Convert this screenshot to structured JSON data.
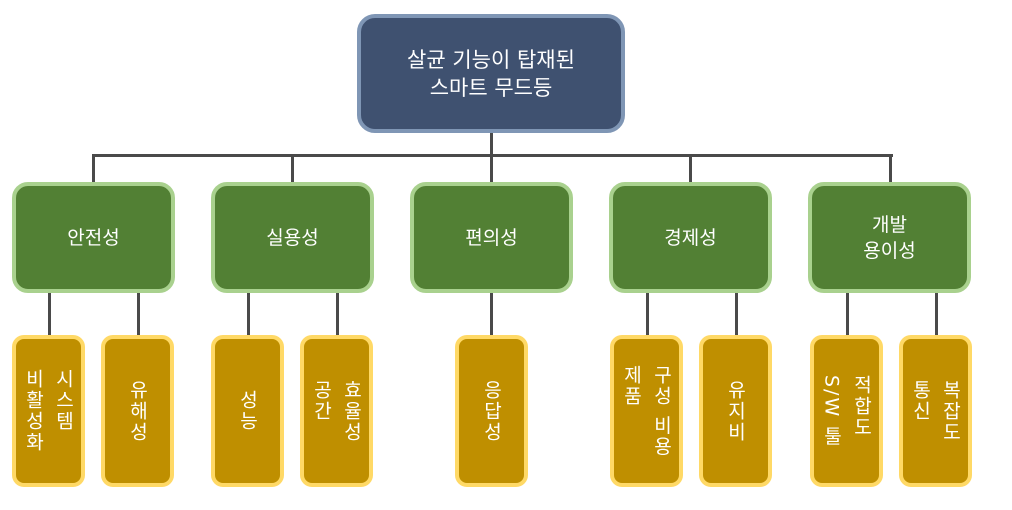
{
  "root": {
    "lines": [
      "살균 기능이 탑재된",
      "스마트 무드등"
    ],
    "colors": {
      "fill": "#3f5170",
      "border": "#7f96b5"
    }
  },
  "categories": [
    {
      "lines": [
        "안전성"
      ],
      "children": [
        {
          "lines": [
            "시스템",
            "비활성화"
          ]
        },
        {
          "lines": [
            "유해성"
          ]
        }
      ]
    },
    {
      "lines": [
        "실용성"
      ],
      "children": [
        {
          "lines": [
            "성능"
          ]
        },
        {
          "lines": [
            "효율성",
            "공간"
          ]
        }
      ]
    },
    {
      "lines": [
        "편의성"
      ],
      "children": [
        {
          "lines": [
            "응답성"
          ]
        }
      ]
    },
    {
      "lines": [
        "경제성"
      ],
      "children": [
        {
          "lines": [
            "구성 비용",
            "제품"
          ]
        },
        {
          "lines": [
            "유지비"
          ]
        }
      ]
    },
    {
      "lines": [
        "개발",
        "용이성"
      ],
      "children": [
        {
          "lines": [
            "적합도",
            "S/W 툴"
          ]
        },
        {
          "lines": [
            "복잡도",
            "통신"
          ]
        }
      ]
    }
  ],
  "colors": {
    "category_fill": "#528034",
    "category_border": "#a9d18e",
    "leaf_fill": "#bf8f00",
    "leaf_border": "#ffd966",
    "connector": "#4a4a4a"
  }
}
